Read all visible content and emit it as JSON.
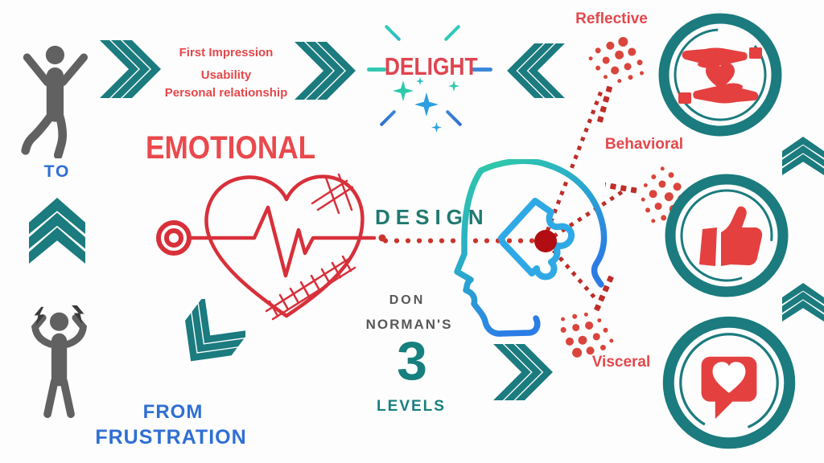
{
  "colors": {
    "teal": "#1b7b7e",
    "red_text": "#e4474b",
    "heart_red": "#d8303a",
    "dot_red": "#d9453c",
    "dark_dot_red": "#bf2d28",
    "center_dot_red": "#b20d12",
    "blue_text": "#2e6fd3",
    "figure_gray": "#616161",
    "subtitle_gray": "#585858",
    "head_gradient_start": "#2fcba4",
    "head_gradient_end": "#2b7de5",
    "puzzle_blue": "#2fa9e6",
    "sparkle_teal": "#2ec9ad",
    "sparkle_blue": "#2d9fe0"
  },
  "journey": {
    "to": "TO",
    "from1": "FROM",
    "from2": "FRUSTRATION"
  },
  "steps": {
    "items": [
      "First Impression",
      "Usability",
      "Personal relationship"
    ]
  },
  "delight": {
    "label": "DELIGHT"
  },
  "title": {
    "word1": "EMOTIONAL",
    "word2": "DESIGN"
  },
  "subtitle": {
    "line1": "DON",
    "line2": "NORMAN'S",
    "number": "3",
    "line3": "LEVELS"
  },
  "levels": [
    {
      "label": "Reflective",
      "icon": "hands-holding-heart-icon"
    },
    {
      "label": "Behavioral",
      "icon": "thumbs-up-icon"
    },
    {
      "label": "Visceral",
      "icon": "heart-message-icon"
    }
  ]
}
